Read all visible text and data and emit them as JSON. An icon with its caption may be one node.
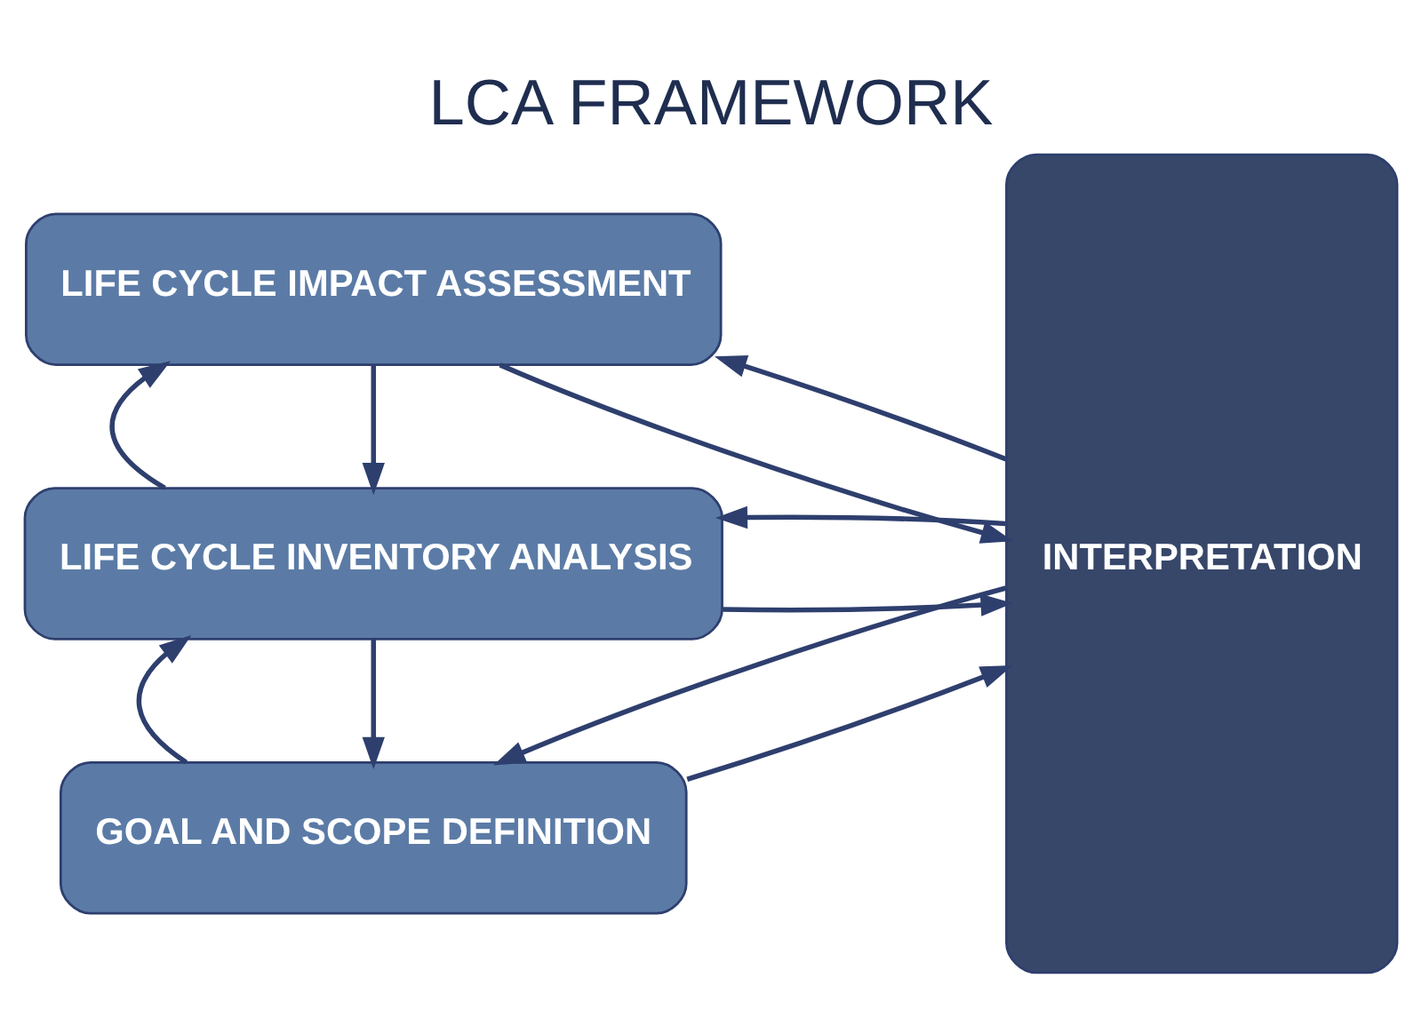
{
  "diagram": {
    "title": "LCA FRAMEWORK",
    "nodes": [
      {
        "text": [
          "GOAL AND SCOPE DEFINITION"
        ]
      },
      {
        "text": [
          "LIFE CYCLE INVENTORY ANALYSIS"
        ]
      },
      {
        "text": [
          "LIFE CYCLE IMPACT ASSESSMENT"
        ]
      },
      {
        "text": [
          "INTERPRETATION"
        ]
      }
    ],
    "edges": [
      {
        "from": 0,
        "to": 3,
        "arrow": "to"
      },
      {
        "from": 3,
        "to": 0,
        "arrow": "to"
      },
      {
        "from": 1,
        "to": 0,
        "arrow": "to"
      },
      {
        "from": 0,
        "to": 1,
        "arrow": "to"
      },
      {
        "from": 1,
        "to": 3,
        "arrow": "to"
      },
      {
        "from": 3,
        "to": 1,
        "arrow": "to"
      },
      {
        "from": 2,
        "to": 1,
        "arrow": "to"
      },
      {
        "from": 1,
        "to": 2,
        "arrow": "to"
      },
      {
        "from": 2,
        "to": 3,
        "arrow": "to"
      },
      {
        "from": 3,
        "to": 2,
        "arrow": "to"
      }
    ]
  }
}
